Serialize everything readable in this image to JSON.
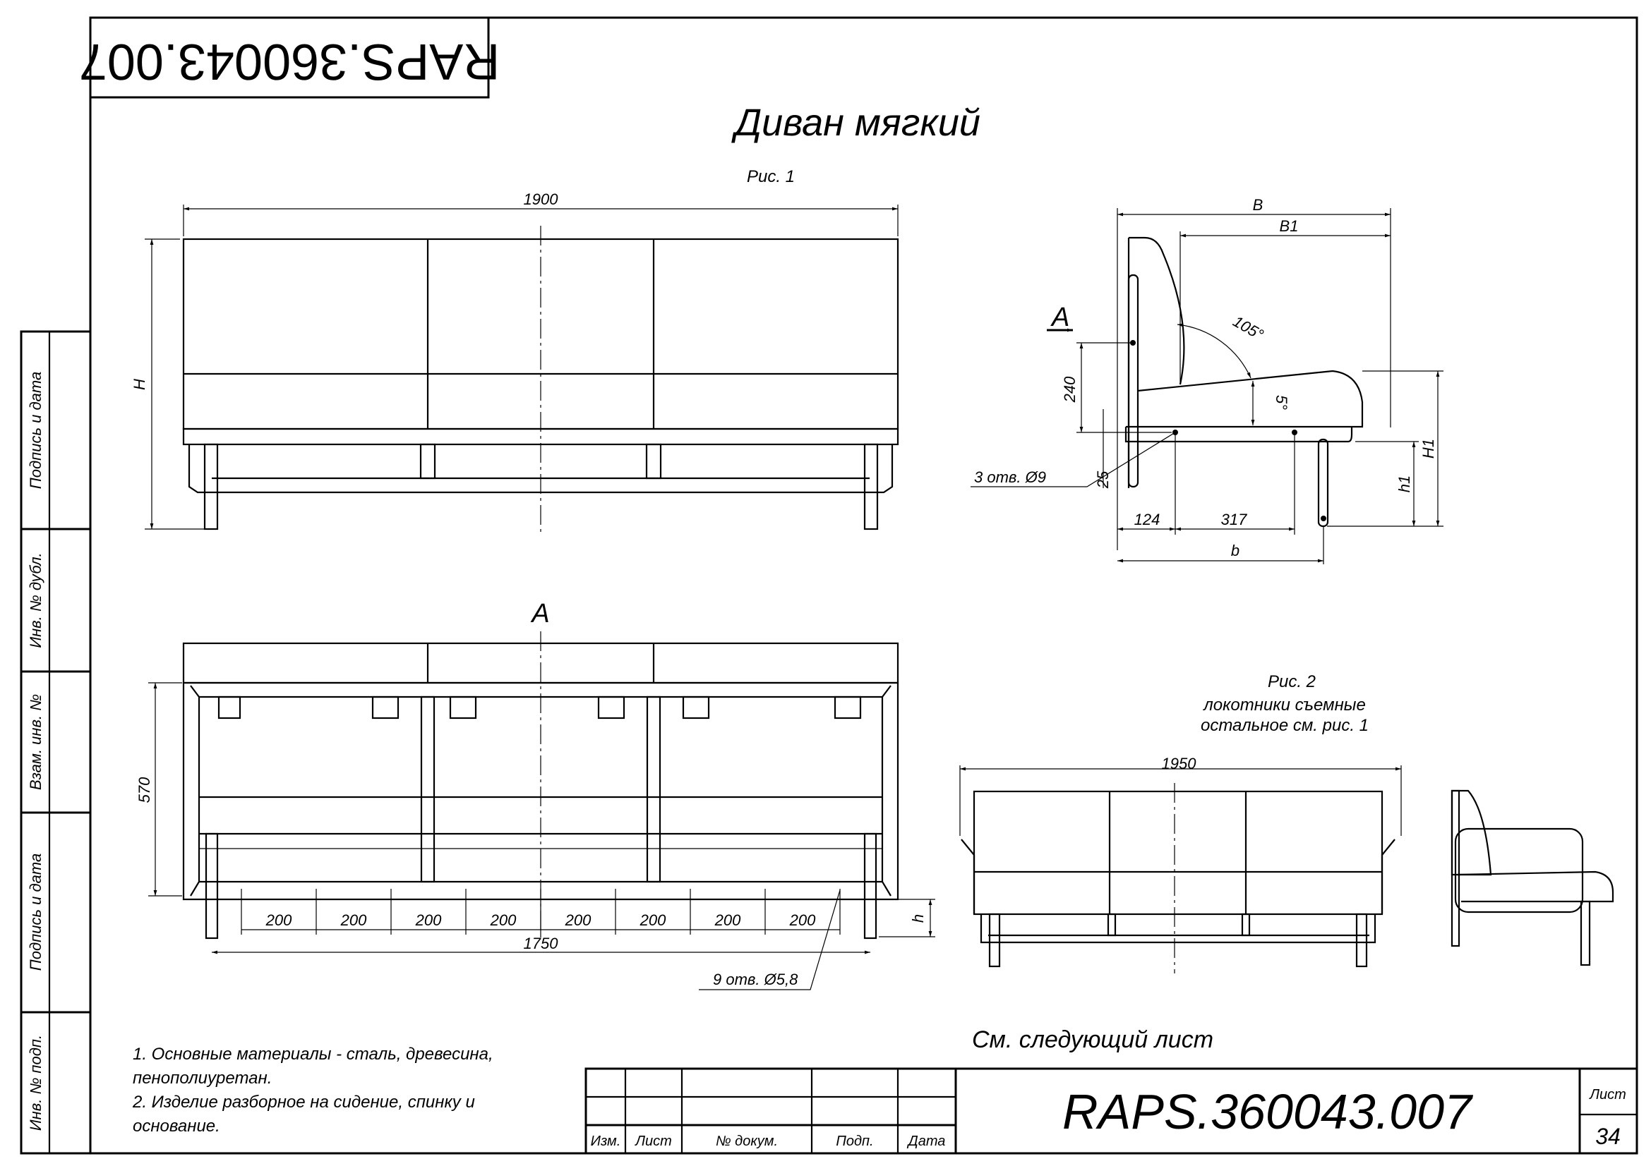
{
  "header": {
    "code_inverted": "RAPS.360043.007",
    "title": "Диван мягкий"
  },
  "side_stamp": [
    "Подпись и дата",
    "Инв. № дубл.",
    "Взам. инв. №",
    "Подпись и дата",
    "Инв. № подп."
  ],
  "fig1": {
    "caption": "Рис. 1",
    "front": {
      "width": "1900",
      "height": "H"
    },
    "side": {
      "view_mark": "A",
      "B": "B",
      "B1": "B1",
      "angle_back": "105°",
      "angle_seat": "5°",
      "d240": "240",
      "d25": "25",
      "holes": "3 отв. Ø9",
      "d124": "124",
      "d317": "317",
      "b": "b",
      "h1": "h1",
      "H1": "H1"
    },
    "bottom": {
      "view_mark": "A",
      "depth": "570",
      "spacing": [
        "200",
        "200",
        "200",
        "200",
        "200",
        "200",
        "200",
        "200"
      ],
      "total": "1750",
      "h": "h",
      "holes": "9 отв. Ø5,8"
    }
  },
  "fig2": {
    "caption": "Рис. 2",
    "note1": "локотники съемные",
    "note2": "остальное см. рис. 1",
    "width": "1950"
  },
  "see_next": "См. следующий лист",
  "notes": [
    "1. Основные материалы - сталь, древесина,",
    "пенополиуретан.",
    "2. Изделие разборное на сидение, спинку и",
    "основание."
  ],
  "title_block": {
    "headers": [
      "Изм.",
      "Лист",
      "№ докум.",
      "Подп.",
      "Дата"
    ],
    "code": "RAPS.360043.007",
    "sheet_label": "Лист",
    "sheet_number": "34"
  }
}
